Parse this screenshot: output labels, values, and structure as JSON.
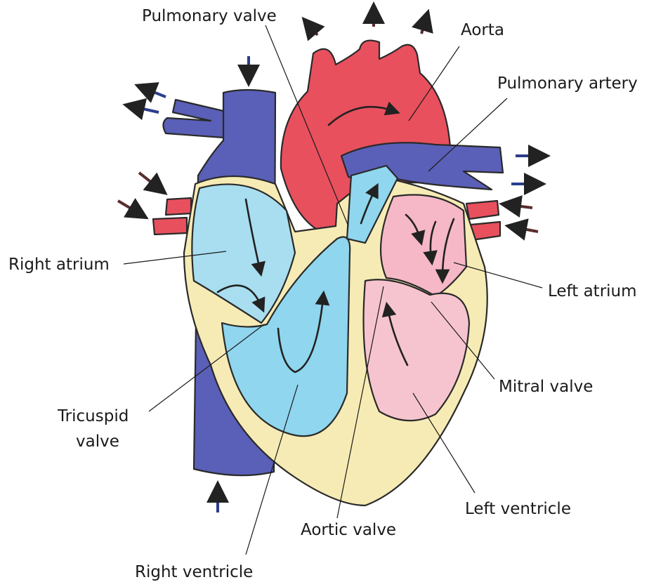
{
  "labels": {
    "pulmonary_valve": "Pulmonary valve",
    "aorta": "Aorta",
    "pulmonary_artery": "Pulmonary artery",
    "right_atrium": "Right atrium",
    "left_atrium": "Left atrium",
    "mitral_valve": "Mitral valve",
    "tricuspid_valve_line1": "Tricuspid",
    "tricuspid_valve_line2": "valve",
    "left_ventricle": "Left ventricle",
    "aortic_valve": "Aortic valve",
    "right_ventricle": "Right ventricle"
  },
  "colors": {
    "vein_blue": "#5a5fb8",
    "vein_blue_dark": "#3f4596",
    "artery_red": "#e8505e",
    "artery_red_light": "#f07a82",
    "right_chamber": "#8fd6ee",
    "left_chamber": "#f6b8c6",
    "muscle": "#f7ebb5",
    "arrow_blue": "#2c3d8a",
    "arrow_brown": "#5a2d2d"
  }
}
